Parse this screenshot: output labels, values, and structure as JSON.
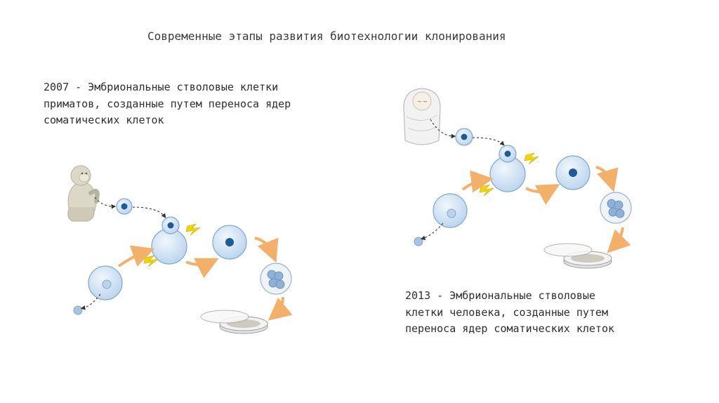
{
  "slide": {
    "title": "Современные этапы развития биотехнологии клонирования"
  },
  "captions": {
    "year_2007": "2007 - Эмбриональные стволовые клетки приматов, созданные путем переноса ядер соматических клеток",
    "year_2013": "2013 - Эмбриональные стволовые клетки человека, созданные путем переноса ядер соматических клеток"
  },
  "colors": {
    "cell_fill": "#d4e6f7",
    "cell_stroke": "#7fa7cf",
    "nucleus": "#1f5a9a",
    "arrow": "#f2b06a",
    "lightning": "#f5d400",
    "monkey": "#dcd8c8"
  }
}
